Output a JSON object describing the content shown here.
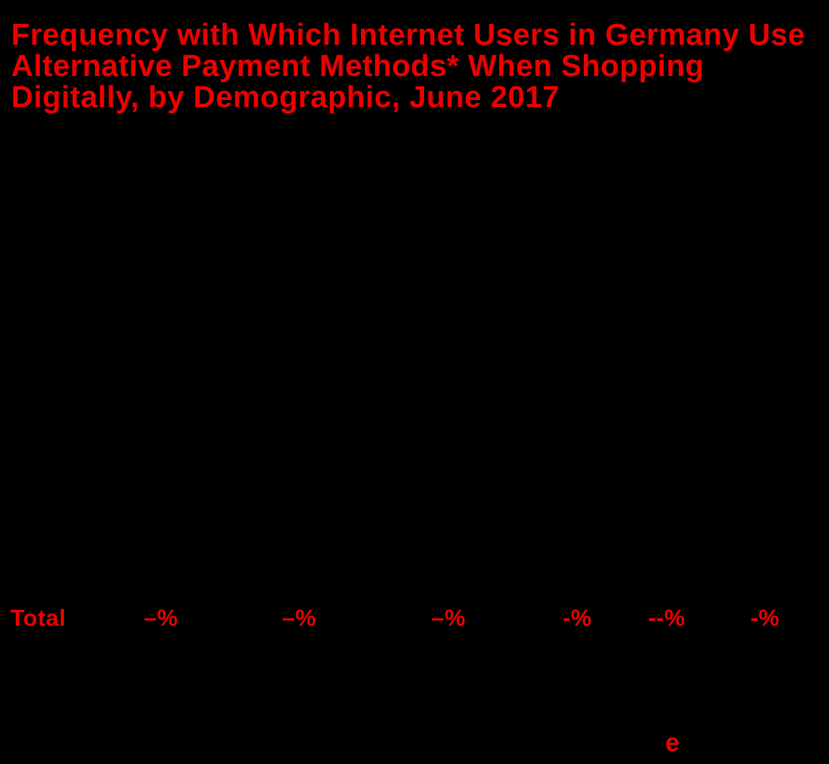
{
  "colors": {
    "background": "#000000",
    "red": "#ee0000"
  },
  "title": {
    "lines": [
      "Frequency with Which Internet Users in Germany Use",
      "Alternative Payment Methods* When Shopping",
      "Digitally, by Demographic, June 2017"
    ]
  },
  "table": {
    "total_label": "Total",
    "total_values": [
      "–%",
      "–%",
      "–%",
      "-%",
      "--%",
      "-%"
    ]
  },
  "logo": {
    "e_label": "e"
  },
  "chart_data": {
    "type": "table",
    "title": "Frequency with Which Internet Users in Germany Use Alternative Payment Methods* When Shopping Digitally, by Demographic, June 2017",
    "rows": [
      {
        "label": "Total",
        "values": [
          "–%",
          "–%",
          "–%",
          "-%",
          "--%",
          "-%"
        ]
      }
    ],
    "layout": {
      "title_color": "#ee0000",
      "background": "#000000",
      "value_columns": 6,
      "value_alignment": "right"
    }
  }
}
